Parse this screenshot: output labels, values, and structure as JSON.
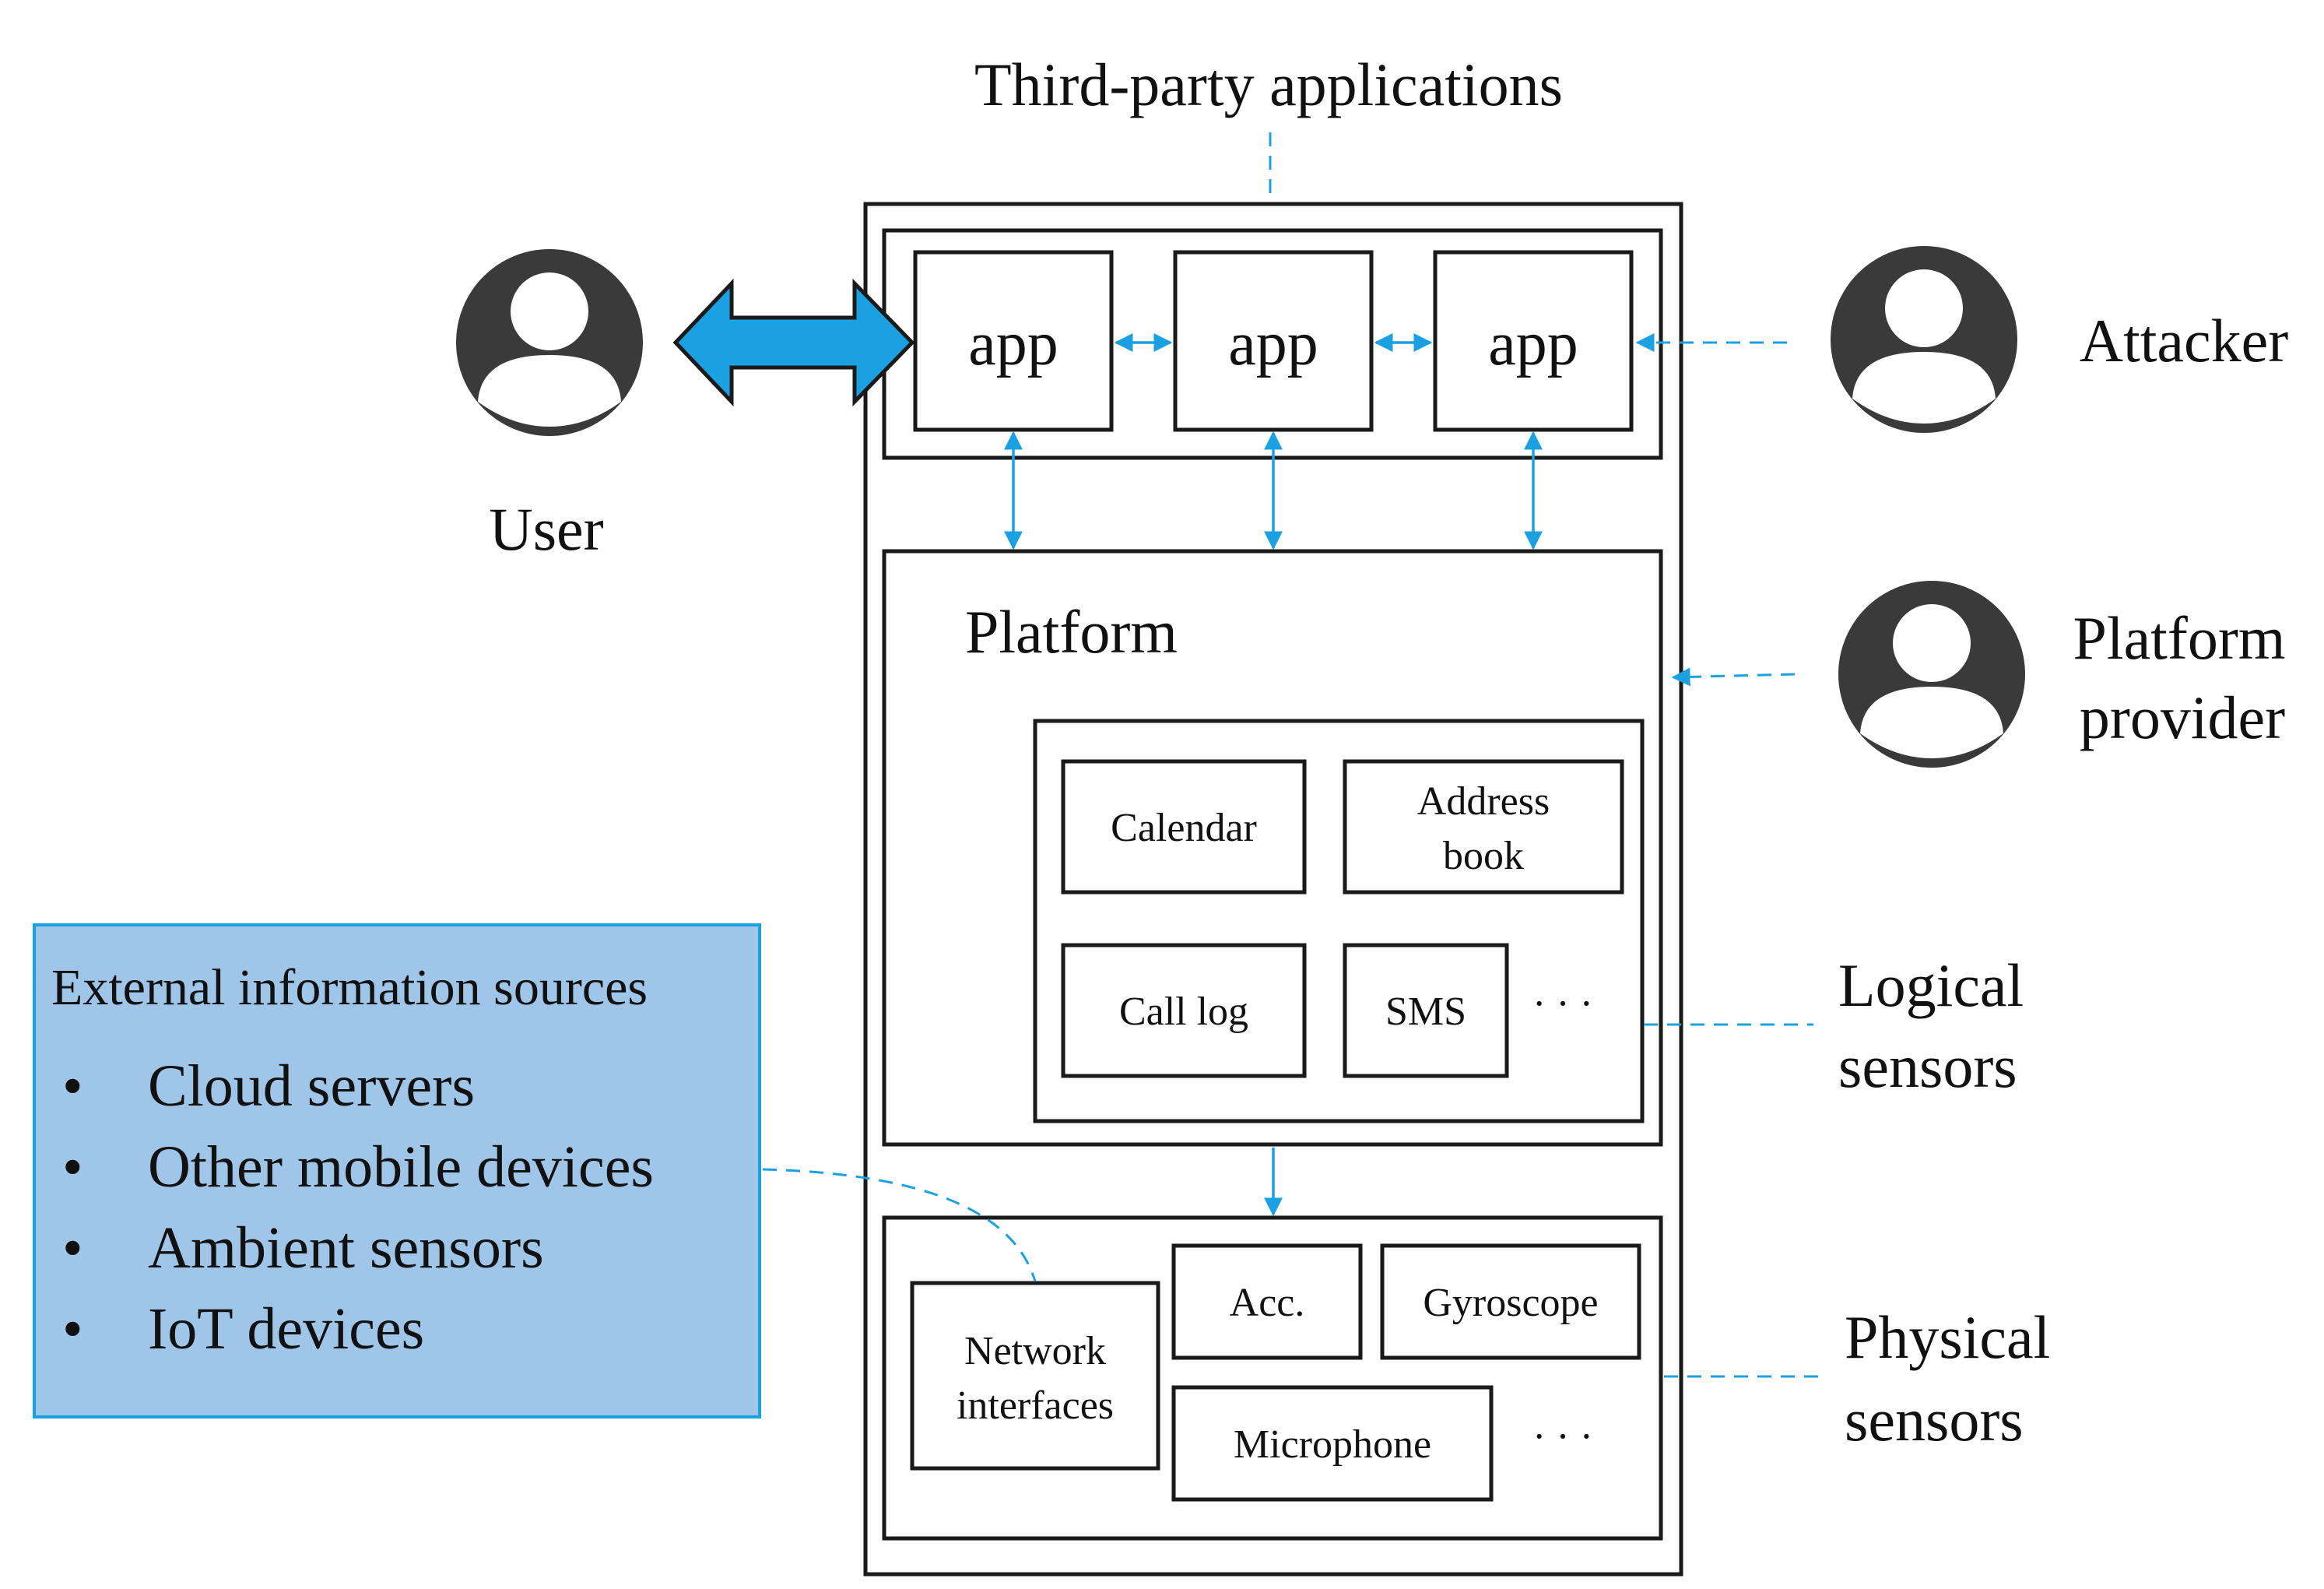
{
  "diagram": {
    "third_party_title": "Third-party applications",
    "apps": [
      "app",
      "app",
      "app"
    ],
    "platform_label": "Platform",
    "logical_boxes": {
      "calendar": "Calendar",
      "address_book_line1": "Address",
      "address_book_line2": "book",
      "call_log": "Call log",
      "sms": "SMS",
      "ellipsis": "· · ·"
    },
    "physical_boxes": {
      "network_line1": "Network",
      "network_line2": "interfaces",
      "acc": "Acc.",
      "gyroscope": "Gyroscope",
      "microphone": "Microphone",
      "ellipsis": "· · ·"
    },
    "actors": {
      "user": "User",
      "attacker": "Attacker",
      "platform_provider_line1": "Platform",
      "platform_provider_line2": "provider"
    },
    "side_labels": {
      "logical_line1": "Logical",
      "logical_line2": "sensors",
      "physical_line1": "Physical",
      "physical_line2": "sensors"
    },
    "external": {
      "title": "External information sources",
      "items": [
        "Cloud servers",
        "Other mobile devices",
        "Ambient sensors",
        "IoT devices"
      ],
      "bullet": "•"
    },
    "colors": {
      "arrow": "#1ba1e2",
      "external_fill": "#9fc5e8",
      "external_border": "#1ba1e2",
      "actor_icon": "#3a3a3a"
    }
  }
}
